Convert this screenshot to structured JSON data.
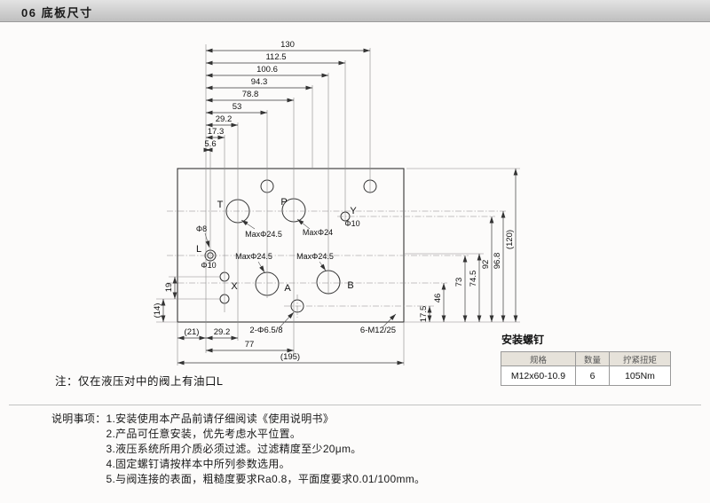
{
  "header": {
    "title": "06 底板尺寸"
  },
  "drawing": {
    "top_dims": [
      "130",
      "112.5",
      "100.6",
      "94.3",
      "78.8",
      "53",
      "29.2",
      "17.3",
      "5.6"
    ],
    "right_dims": [
      "17.5",
      "46",
      "73",
      "74.5",
      "92",
      "96.8",
      "(120)"
    ],
    "left_dims": [
      "19",
      "(14)"
    ],
    "bottom_dims": [
      "(21)",
      "29.2",
      "77",
      "(195)"
    ],
    "hole_callouts": [
      "2-Φ6.5/8",
      "6-M12/25"
    ],
    "ports": {
      "t": "T",
      "p": "P",
      "y": "Y",
      "l": "L",
      "x": "X",
      "a": "A",
      "b": "B"
    },
    "callouts": {
      "phi8": "Φ8",
      "phi10_l": "Φ10",
      "phi10_y": "Φ10",
      "max_t": "MaxΦ24.5",
      "max_p": "MaxΦ24",
      "max_a": "MaxΦ24.5",
      "max_b": "MaxΦ24.5"
    }
  },
  "table": {
    "title": "安装螺钉",
    "headers": [
      "规格",
      "数量",
      "拧紧扭矩"
    ],
    "rows": [
      [
        "M12x60-10.9",
        "6",
        "105Nm"
      ]
    ]
  },
  "note": "注：仅在液压对中的阀上有油口L",
  "instructions": {
    "label": "说明事项：",
    "items": [
      "1.安装使用本产品前请仔细阅读《使用说明书》",
      "2.产品可任意安装，优先考虑水平位置。",
      "3.液压系统所用介质必须过滤。过滤精度至少20μm。",
      "4.固定螺钉请按样本中所列参数选用。",
      "5.与阀连接的表面，粗糙度要求Ra0.8，平面度要求0.01/100mm。"
    ]
  }
}
